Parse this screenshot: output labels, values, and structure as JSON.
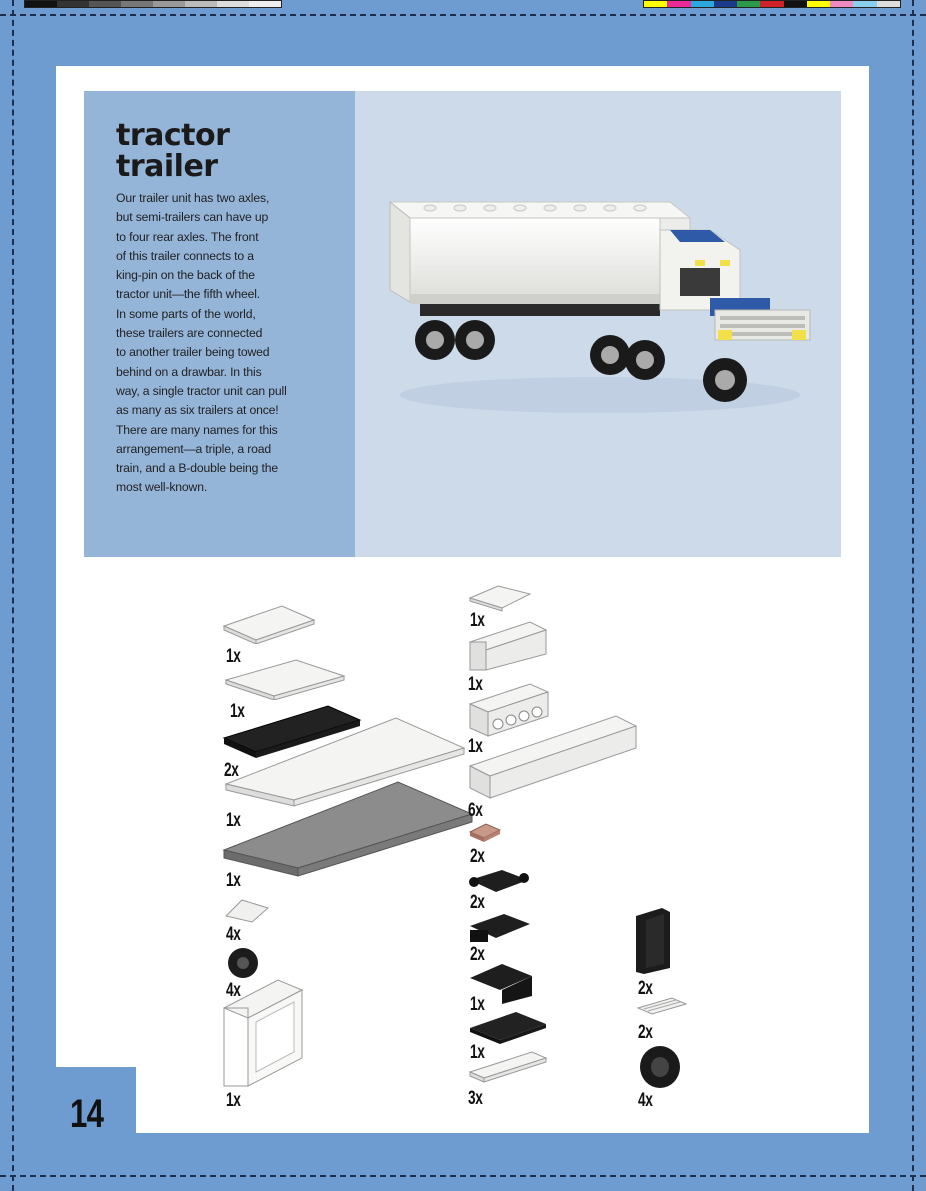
{
  "page": {
    "number": "14",
    "title_lines": [
      "tractor",
      "trailer"
    ],
    "body_lines": [
      "Our trailer unit has two axles,",
      "but semi-trailers can have up",
      "to four rear axles. The front",
      "of this trailer connects to a",
      "king-pin on the back of the",
      "tractor unit—the fifth wheel.",
      "In some parts of the world,",
      "these trailers are connected",
      "to another trailer being towed",
      "behind on a drawbar. In this",
      "way, a single tractor unit can pull",
      "as many as six trailers at once!",
      "There are many names for this",
      "arrangement—a triple, a road",
      "train, and a B-double being the",
      "most well-known."
    ]
  },
  "parts": {
    "col1": [
      "1x",
      "1x",
      "2x",
      "1x",
      "1x",
      "4x",
      "4x",
      "1x"
    ],
    "col2": [
      "1x",
      "1x",
      "1x",
      "6x",
      "2x",
      "2x",
      "2x",
      "1x",
      "1x",
      "3x"
    ],
    "col3": [
      "2x",
      "2x",
      "4x"
    ]
  },
  "colors": {
    "background": "#6e9bd0",
    "text_panel": "#94b4d8",
    "photo_panel": "#ccdaea",
    "brick_white": "#f4f4f2",
    "brick_black": "#1c1c1c",
    "brick_gray": "#8c8c8c",
    "brick_tan": "#c09080",
    "truck_blue": "#2f5aa8"
  },
  "registration_colors": [
    "#111111",
    "#333333",
    "#555555",
    "#777777",
    "#999999",
    "#bbbbbb",
    "#dddddd",
    "#eeeeee",
    "#ffff00",
    "#ee2a9a",
    "#2aa8e0",
    "#1a3a8a",
    "#2a9a4a",
    "#d0202a",
    "#111111",
    "#ffff00",
    "#ee8ac0",
    "#8ad0ee",
    "#dddddd"
  ]
}
